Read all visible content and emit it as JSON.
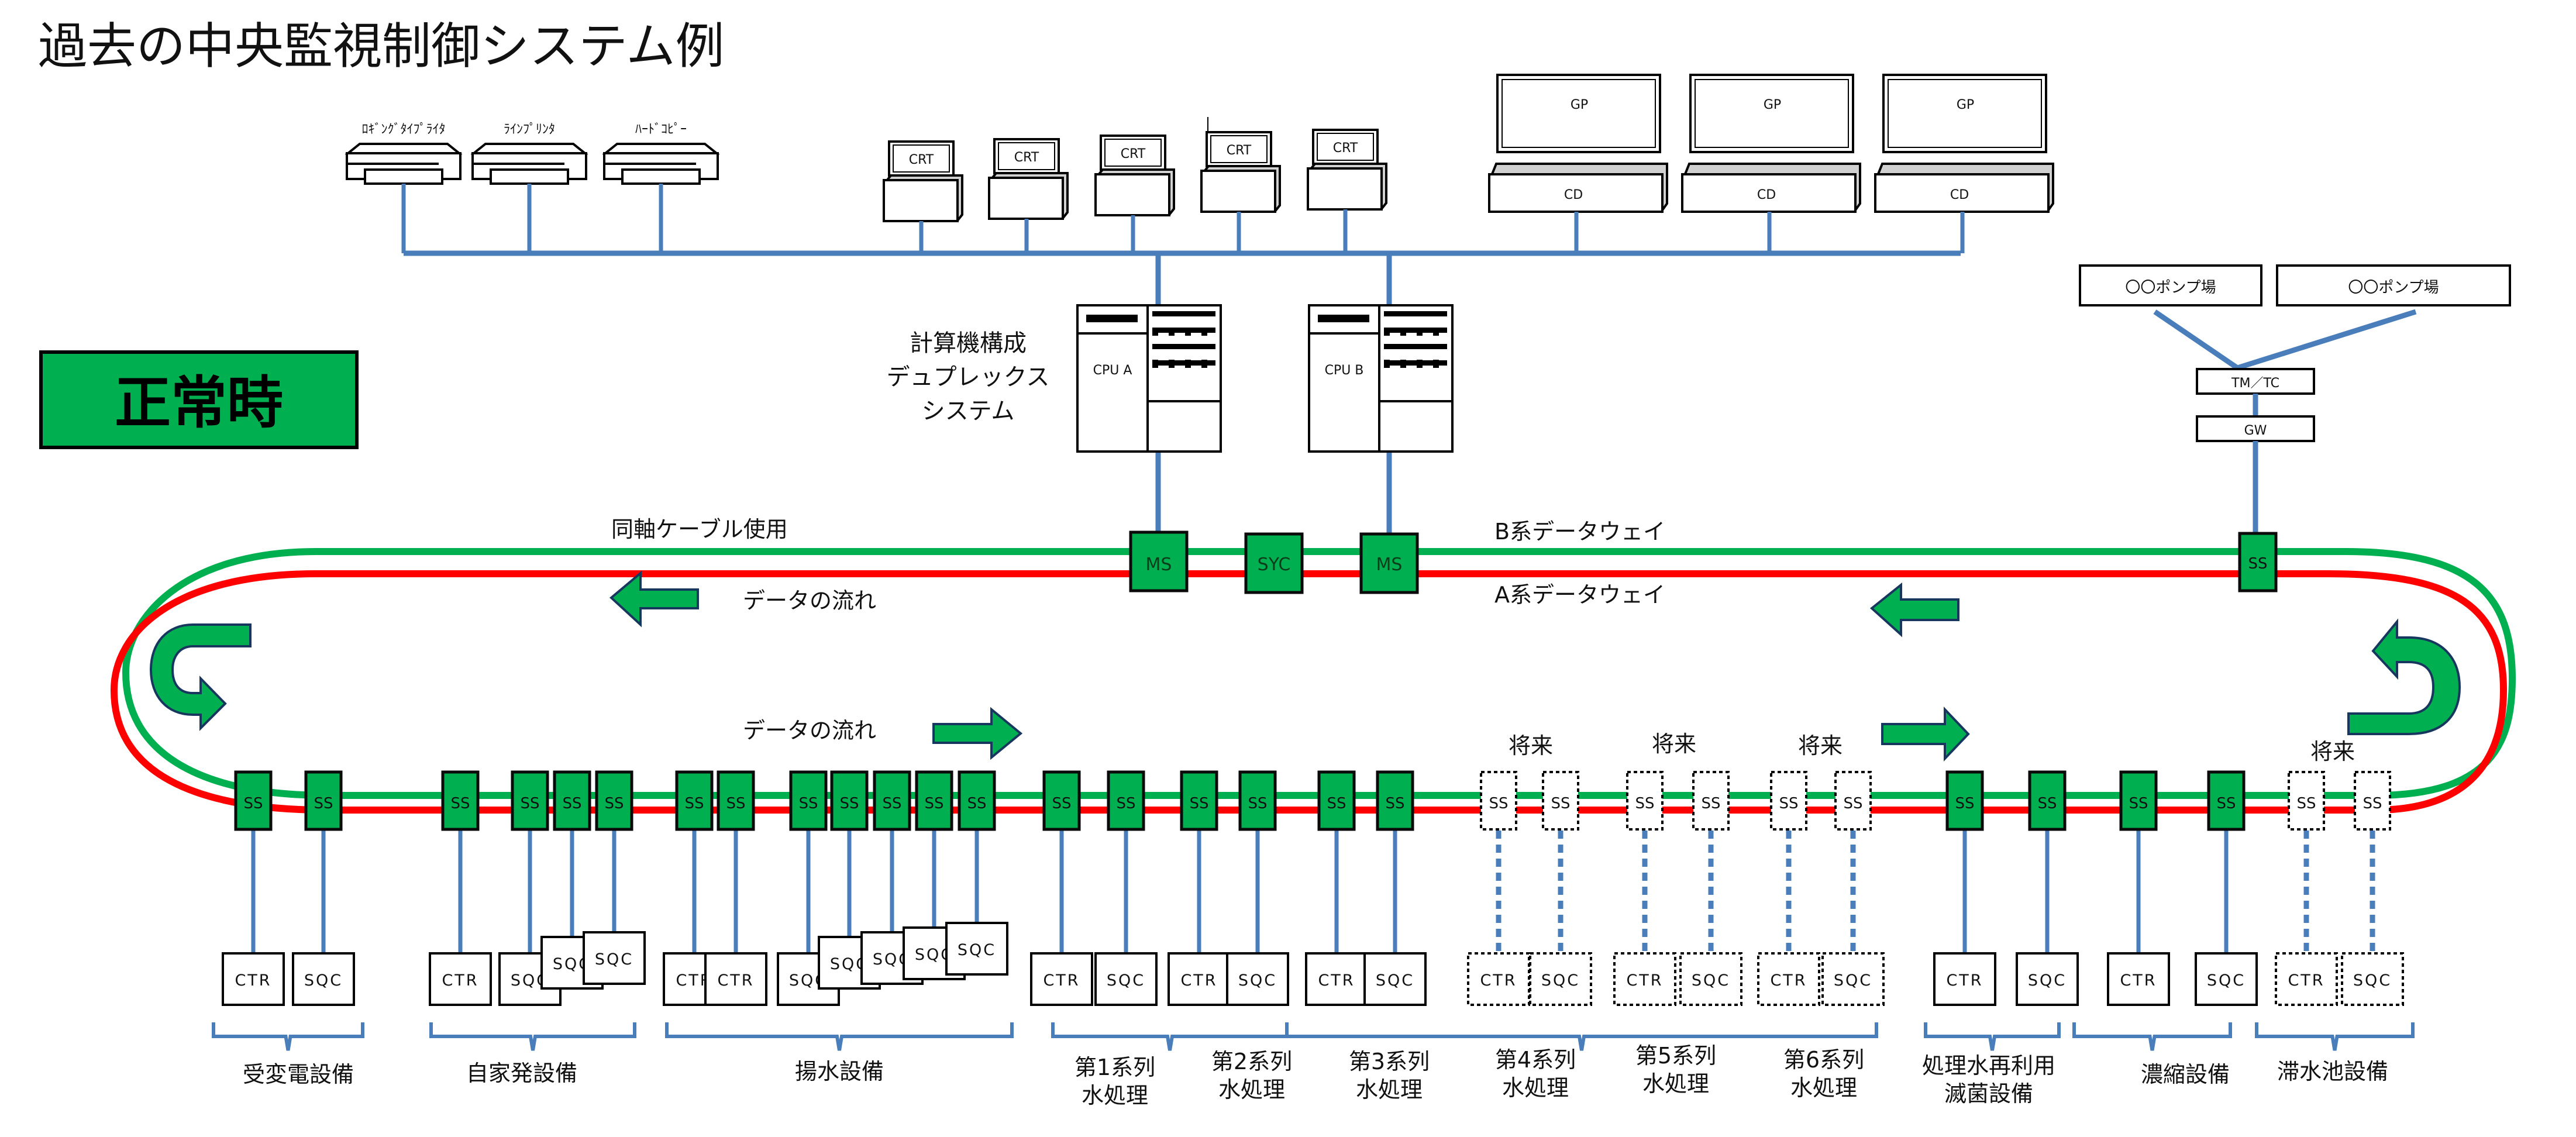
{
  "title": "過去の中央監視制御システム例",
  "status_label": "正常時",
  "colors": {
    "ring_b": "#00b050",
    "ring_a": "#ff0000",
    "node_fill": "#00b050",
    "bus": "#4a7ebb",
    "arrow_fill": "#00b050",
    "arrow_border": "#17375e"
  },
  "peripherals": {
    "printers": [
      {
        "label": "ﾛｷﾞﾝｸﾞﾀｲﾌﾟﾗｲﾀ"
      },
      {
        "label": "ﾗｲﾝﾌﾟﾘﾝﾀ"
      },
      {
        "label": "ﾊｰﾄﾞｺﾋﾟｰ"
      }
    ],
    "crts": [
      "CRT",
      "CRT",
      "CRT",
      "CRT",
      "CRT"
    ],
    "displays": [
      {
        "screen": "GP",
        "console": "CD"
      },
      {
        "screen": "GP",
        "console": "CD"
      },
      {
        "screen": "GP",
        "console": "CD"
      }
    ]
  },
  "computer": {
    "caption_lines": [
      "計算機構成",
      "デュプレックス",
      "システム"
    ],
    "cpus": [
      "CPU A",
      "CPU B"
    ]
  },
  "remote": {
    "pump_stations": [
      "〇〇ポンプ場",
      "〇〇ポンプ場"
    ],
    "tmtc": "TM／TC",
    "gw": "GW",
    "ss": "SS"
  },
  "ring": {
    "cable_note": "同軸ケーブル使用",
    "b_label": "B系データウェイ",
    "a_label": "A系データウェイ",
    "flow_label_top": "データの流れ",
    "flow_label_bottom": "データの流れ",
    "ms_label": "MS",
    "syc_label": "SYC"
  },
  "future_label": "将来",
  "groups": [
    {
      "name": "受変電設備",
      "name2": "",
      "nodes": [
        {
          "ss": "SS",
          "box": "CTR"
        },
        {
          "ss": "SS",
          "box": "SQC"
        }
      ],
      "future": false
    },
    {
      "name": "自家発設備",
      "name2": "",
      "nodes": [
        {
          "ss": "SS",
          "box": "CTR"
        },
        {
          "ss": "SS",
          "box": "SQC"
        },
        {
          "ss": "SS",
          "box": "SQC"
        },
        {
          "ss": "SS",
          "box": "SQC"
        }
      ],
      "future": false
    },
    {
      "name": "揚水設備",
      "name2": "",
      "nodes": [
        {
          "ss": "SS",
          "box": "CTR"
        },
        {
          "ss": "SS",
          "box": "CTR"
        },
        {
          "ss": "SS",
          "box": "SQC"
        },
        {
          "ss": "SS",
          "box": "SQC"
        },
        {
          "ss": "SS",
          "box": "SQC"
        },
        {
          "ss": "SS",
          "box": "SQC"
        },
        {
          "ss": "SS",
          "box": "SQC"
        }
      ],
      "future": false
    },
    {
      "name": "第1系列",
      "name2": "水処理",
      "nodes": [
        {
          "ss": "SS",
          "box": "CTR"
        },
        {
          "ss": "SS",
          "box": "SQC"
        }
      ],
      "future": false
    },
    {
      "name": "第2系列",
      "name2": "水処理",
      "nodes": [
        {
          "ss": "SS",
          "box": "CTR"
        },
        {
          "ss": "SS",
          "box": "SQC"
        }
      ],
      "future": false
    },
    {
      "name": "第3系列",
      "name2": "水処理",
      "nodes": [
        {
          "ss": "SS",
          "box": "CTR"
        },
        {
          "ss": "SS",
          "box": "SQC"
        }
      ],
      "future": false
    },
    {
      "name": "第4系列",
      "name2": "水処理",
      "nodes": [
        {
          "ss": "SS",
          "box": "CTR"
        },
        {
          "ss": "SS",
          "box": "SQC"
        }
      ],
      "future": true
    },
    {
      "name": "第5系列",
      "name2": "水処理",
      "nodes": [
        {
          "ss": "SS",
          "box": "CTR"
        },
        {
          "ss": "SS",
          "box": "SQC"
        }
      ],
      "future": true
    },
    {
      "name": "第6系列",
      "name2": "水処理",
      "nodes": [
        {
          "ss": "SS",
          "box": "CTR"
        },
        {
          "ss": "SS",
          "box": "SQC"
        }
      ],
      "future": true
    },
    {
      "name": "処理水再利用",
      "name2": "滅菌設備",
      "nodes": [
        {
          "ss": "SS",
          "box": "CTR"
        },
        {
          "ss": "SS",
          "box": "SQC"
        }
      ],
      "future": false
    },
    {
      "name": "濃縮設備",
      "name2": "",
      "nodes": [
        {
          "ss": "SS",
          "box": "CTR"
        },
        {
          "ss": "SS",
          "box": "SQC"
        }
      ],
      "future": false
    },
    {
      "name": "滞水池設備",
      "name2": "",
      "nodes": [
        {
          "ss": "SS",
          "box": "CTR"
        },
        {
          "ss": "SS",
          "box": "SQC"
        }
      ],
      "future": true
    }
  ]
}
